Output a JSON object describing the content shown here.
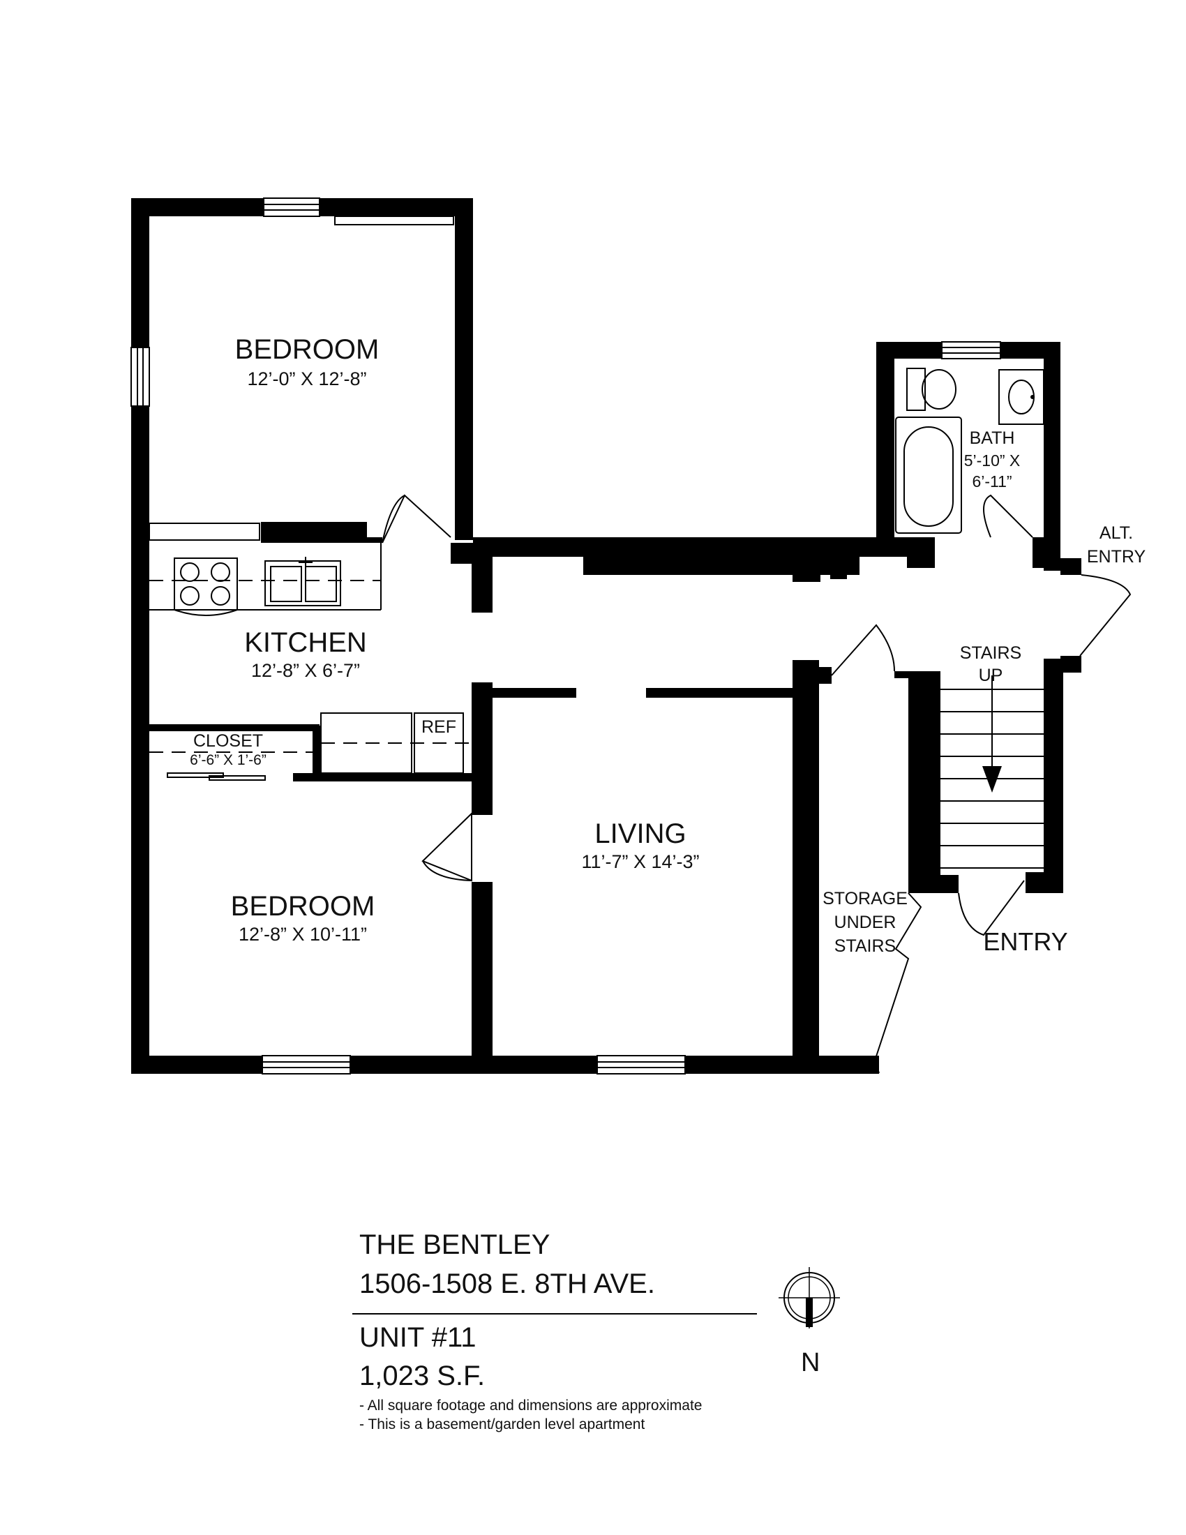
{
  "rooms": {
    "bedroom1": {
      "label": "BEDROOM",
      "dims": "12’-0” X 12’-8”"
    },
    "kitchen": {
      "label": "KITCHEN",
      "dims": "12’-8” X 6’-7”"
    },
    "closet": {
      "label": "CLOSET",
      "dims": "6’-6” X 1’-6”"
    },
    "ref": {
      "label": "REF"
    },
    "bedroom2": {
      "label": "BEDROOM",
      "dims": "12’-8” X 10’-11”"
    },
    "living": {
      "label": "LIVING",
      "dims": "11’-7” X 14’-3”"
    },
    "bath": {
      "label": "BATH",
      "dims_line1": "5’-10” X",
      "dims_line2": "6’-11”"
    },
    "alt_entry": {
      "line1": "ALT.",
      "line2": "ENTRY"
    },
    "stairs": {
      "line1": "STAIRS",
      "line2": "UP"
    },
    "storage": {
      "line1": "STORAGE",
      "line2": "UNDER",
      "line3": "STAIRS"
    },
    "entry": {
      "label": "ENTRY"
    }
  },
  "title_block": {
    "name": "THE BENTLEY",
    "address": "1506-1508 E. 8TH AVE.",
    "unit": "UNIT #11",
    "area": "1,023 S.F.",
    "note1": "- All square footage and dimensions are approximate",
    "note2": "- This is a basement/garden level apartment",
    "north": "N"
  }
}
